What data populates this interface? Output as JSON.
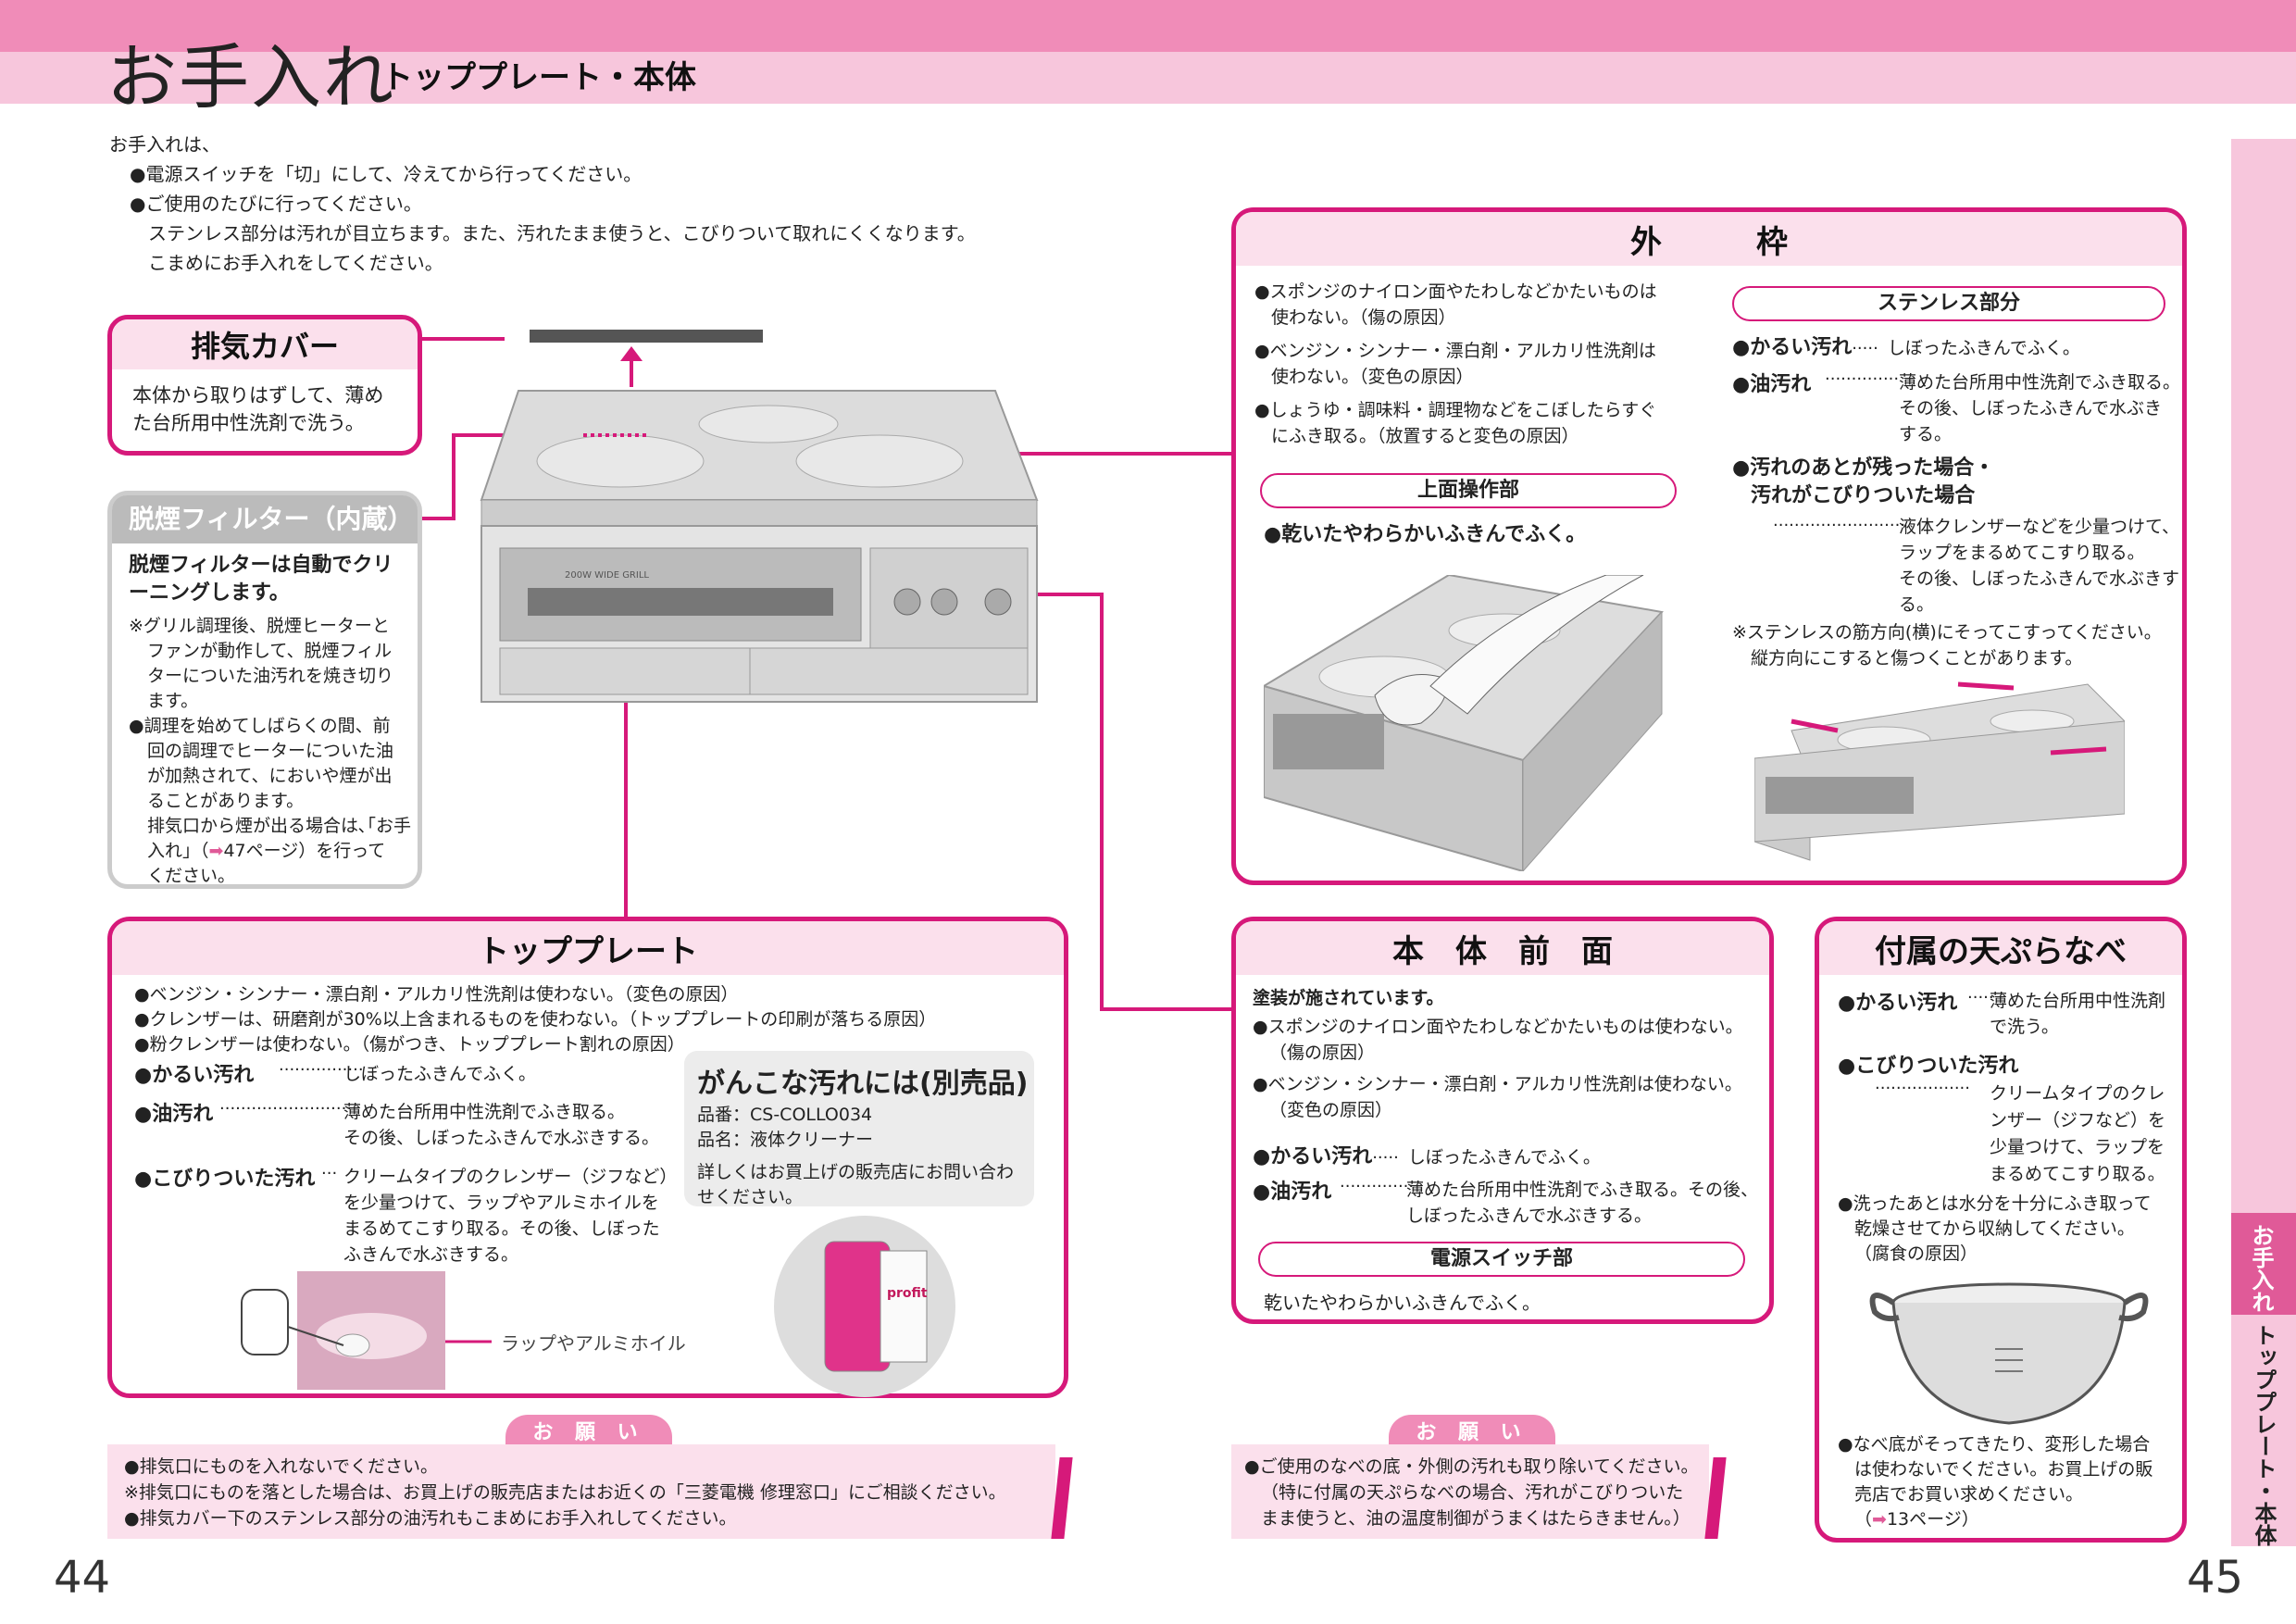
{
  "header": {
    "title": "お手入れ",
    "subtitle": "トッププレート・本体",
    "page_left": "44",
    "page_right": "45"
  },
  "intro": {
    "lead": "お手入れは、",
    "l1": "●電源スイッチを「切」にして、冷えてから行ってください。",
    "l2": "●ご使用のたびに行ってください。",
    "l3": "ステンレス部分は汚れが目立ちます。また、汚れたまま使うと、こびりついて取れにくくなります。",
    "l4": "こまめにお手入れをしてください。"
  },
  "exhaust": {
    "title": "排気カバー",
    "l1": "本体から取りはずして、薄め",
    "l2": "た台所用中性洗剤で洗う。"
  },
  "filter": {
    "title": "脱煙フィルター（内蔵）",
    "l1": "脱煙フィルターは自動でクリ",
    "l2": "ーニングします。",
    "n1": "※グリル調理後、脱煙ヒーターと",
    "n2": "ファンが動作して、脱煙フィル",
    "n3": "ターについた油汚れを焼き切り",
    "n4": "ます。",
    "n5": "●調理を始めてしばらくの間、前",
    "n6": "回の調理でヒーターについた油",
    "n7": "が加熱されて、においや煙が出",
    "n8": "ることがあります。",
    "n9": "排気口から煙が出る場合は､｢お手",
    "n10": "入れ｣（",
    "n10b": "47ページ）を行って",
    "n11": "ください。"
  },
  "cooktop": {
    "brand_text": "200W WIDE GRILL"
  },
  "outer": {
    "title": "外　　　枠",
    "b1a": "●スポンジのナイロン面やたわしなどかたいものは",
    "b1b": "使わない。（傷の原因）",
    "b2a": "●ベンジン・シンナー・漂白剤・アルカリ性洗剤は",
    "b2b": "使わない。（変色の原因）",
    "b3a": "●しょうゆ・調味料・調理物などをこぼしたらすぐ",
    "b3b": "にふき取る。（放置すると変色の原因）",
    "panel_title": "上面操作部",
    "panel_text": "●乾いたやわらかいふきんでふく。",
    "steel_title": "ステンレス部分",
    "s1_label": "●かるい汚れ",
    "s1_dots": "·····",
    "s1_text": "しぼったふきんでふく。",
    "s2_label": "●油汚れ",
    "s2_dots": "··············",
    "s2_t1": "薄めた台所用中性洗剤でふき取る。",
    "s2_t2": "その後、しぼったふきんで水ぶき",
    "s2_t3": "する。",
    "s3_label1": "●汚れのあとが残った場合・",
    "s3_label2": "汚れがこびりついた場合",
    "s3_dots": "·························",
    "s3_t1": "液体クレンザーなどを少量つけて、",
    "s3_t2": "ラップをまるめてこすり取る。",
    "s3_t3": "その後、しぼったふきんで水ぶきす",
    "s3_t4": "る。",
    "s_note1": "※ステンレスの筋方向(横)にそってこすってください。",
    "s_note2": "縦方向にこすると傷つくことがあります。"
  },
  "topplate": {
    "title": "トッププレート",
    "b1": "●ベンジン・シンナー・漂白剤・アルカリ性洗剤は使わない。（変色の原因）",
    "b2": "●クレンザーは、研磨剤が30%以上含まれるものを使わない。（トッププレートの印刷が落ちる原因）",
    "b3": "●粉クレンザーは使わない。（傷がつき、トッププレート割れの原因）",
    "r1_label": "●かるい汚れ",
    "r1_dots": "················",
    "r1_text": "しぼったふきんでふく。",
    "r2_label": "●油汚れ",
    "r2_dots": "·························",
    "r2_t1": "薄めた台所用中性洗剤でふき取る。",
    "r2_t2": "その後、しぼったふきんで水ぶきする。",
    "r3_label": "●こびりついた汚れ",
    "r3_dots": "···",
    "r3_t1": "クリームタイプのクレンザー（ジフなど）",
    "r3_t2": "を少量つけて、ラップやアルミホイルを",
    "r3_t3": "まるめてこすり取る。その後、しぼった",
    "r3_t4": "ふきんで水ぶきする。",
    "wrap_label": "ラップやアルミホイル",
    "tough_title": "がんこな汚れには(別売品)",
    "tough_p1": "品番：CS-COLLO034",
    "tough_p2": "品名：液体クリーナー",
    "tough_p3": "詳しくはお買上げの販売店にお問い合わ",
    "tough_p4": "せください。",
    "bottle_label": "profit"
  },
  "front": {
    "title": "本　体　前　面",
    "lead": "塗装が施されています。",
    "b1a": "●スポンジのナイロン面やたわしなどかたいものは使わない。",
    "b1b": "（傷の原因）",
    "b2a": "●ベンジン・シンナー・漂白剤・アルカリ性洗剤は使わない。",
    "b2b": "（変色の原因）",
    "r1_label": "●かるい汚れ",
    "r1_dots": "·····",
    "r1_text": "しぼったふきんでふく。",
    "r2_label": "●油汚れ",
    "r2_dots": "··············",
    "r2_t1": "薄めた台所用中性洗剤でふき取る。その後、",
    "r2_t2": "しぼったふきんで水ぶきする。",
    "switch_title": "電源スイッチ部",
    "switch_text": "乾いたやわらかいふきんでふく。"
  },
  "pan": {
    "title": "付属の天ぷらなべ",
    "r1_label": "●かるい汚れ",
    "r1_dots": "·····",
    "r1_t1": "薄めた台所用中性洗剤",
    "r1_t2": "で洗う。",
    "r2_label": "●こびりついた汚れ",
    "r2_dots": "··················",
    "r2_t1": "クリームタイプのクレ",
    "r2_t2": "ンザー（ジフなど）を",
    "r2_t3": "少量つけて、ラップを",
    "r2_t4": "まるめてこすり取る。",
    "n1": "●洗ったあとは水分を十分にふき取って",
    "n2": "乾燥させてから収納してください。",
    "n3": "（腐食の原因）",
    "d1": "●なべ底がそってきたり、変形した場合",
    "d2": "は使わないでください。お買上げの販",
    "d3": "売店でお買い求めください。",
    "d4": "（",
    "d4b": "13ページ）"
  },
  "notice_left": {
    "title": "お 願 い",
    "l1": "●排気口にものを入れないでください。",
    "l2": "※排気口にものを落とした場合は、お買上げの販売店またはお近くの「三菱電機 修理窓口」にご相談ください。",
    "l3": "●排気カバー下のステンレス部分の油汚れもこまめにお手入れしてください。"
  },
  "notice_right": {
    "title": "お 願 い",
    "l1": "●ご使用のなべの底・外側の汚れも取り除いてください。",
    "l2": "（特に付属の天ぷらなべの場合、汚れがこびりついた",
    "l3": "まま使うと、油の温度制御がうまくはたらきません。）"
  },
  "sidebar": {
    "tab": "お手入れ",
    "label": "トッププレート・本体"
  },
  "colors": {
    "accent": "#d6197a",
    "light": "#fbe0ec",
    "band": "#f08cb8"
  }
}
